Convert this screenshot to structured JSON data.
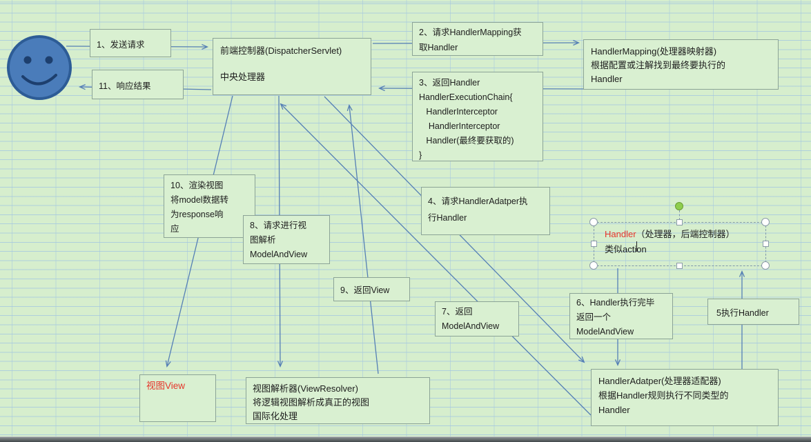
{
  "diagram_title": "SpringMVC DispatcherServlet request flow diagram (drawn on spreadsheet grid)",
  "colors": {
    "background_green": "#d6eecd",
    "grid_line_blue": "#a4c7e0",
    "box_fill_green": "#d9f0d1",
    "box_border_gray": "#8ba396",
    "arrow_blue": "#557fb5",
    "red_text": "#e6352a",
    "smiley_fill": "#4a7cba",
    "smiley_outline": "#2d5c96",
    "selection_rotate_green": "#8fce4e"
  },
  "boxes": {
    "step1": {
      "text": "1、发送请求"
    },
    "step11": {
      "text": "11、响应结果"
    },
    "dispatcher": {
      "text": "前端控制器(DispatcherServlet)\n\n中央处理器"
    },
    "step2": {
      "text": "2、请求HandlerMapping获\n取Handler"
    },
    "handler_mapping": {
      "text": "HandlerMapping(处理器映射器)\n根据配置或注解找到最终要执行的\nHandler"
    },
    "step3": {
      "text": "3、返回Handler\nHandlerExecutionChain{\n   HandlerInterceptor\n    HandlerInterceptor\n   Handler(最终要获取的)\n}"
    },
    "step10": {
      "text": "10、渲染视图\n将model数据转\n为response响\n应"
    },
    "step8": {
      "text": "8、请求进行视\n图解析\nModelAndView"
    },
    "step4": {
      "text": "4、请求HandlerAdatper执\n行Handler"
    },
    "step9": {
      "text": "9、返回View"
    },
    "step7": {
      "text": "7、返回\nModelAndView"
    },
    "step6": {
      "text": "6、Handler执行完毕\n返回一个\nModelAndView"
    },
    "step5": {
      "text": "5执行Handler"
    },
    "handler": {
      "line1_name": "Handler",
      "line1_rest": "（处理器，后端控制器）",
      "line2": "类似action"
    },
    "handler_adapter": {
      "text": "HandlerAdatper(处理器适配器)\n根据Handler规则执行不同类型的\nHandler"
    },
    "view": {
      "text": "视图View"
    },
    "view_resolver": {
      "text": "视图解析器(ViewResolver)\n将逻辑视图解析成真正的视图\n国际化处理"
    }
  },
  "connections": [
    {
      "step": "1",
      "from": "user-smiley",
      "to": "dispatcher"
    },
    {
      "step": "2",
      "from": "dispatcher",
      "to": "handler_mapping"
    },
    {
      "step": "3",
      "from": "handler_mapping",
      "to": "dispatcher"
    },
    {
      "step": "4",
      "from": "dispatcher",
      "to": "handler_adapter"
    },
    {
      "step": "5",
      "from": "handler_adapter",
      "to": "handler"
    },
    {
      "step": "6",
      "from": "handler",
      "to": "handler_adapter"
    },
    {
      "step": "7",
      "from": "handler_adapter",
      "to": "dispatcher"
    },
    {
      "step": "8",
      "from": "dispatcher",
      "to": "view_resolver"
    },
    {
      "step": "9",
      "from": "view_resolver",
      "to": "dispatcher"
    },
    {
      "step": "10",
      "from": "dispatcher",
      "to": "view"
    },
    {
      "step": "11",
      "from": "dispatcher",
      "to": "user-smiley"
    }
  ]
}
